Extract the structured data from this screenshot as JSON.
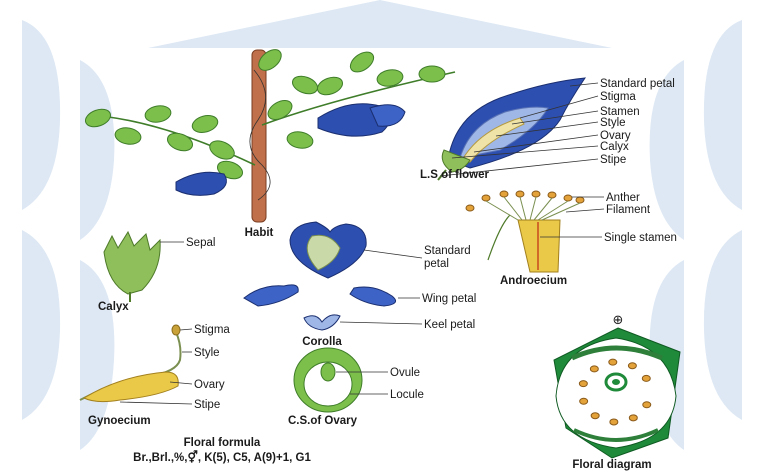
{
  "colors": {
    "watermark": "#dde8f4",
    "leaf": "#7cbf4a",
    "leaf_dark": "#3f7d2a",
    "stem": "#c0704a",
    "petal_blue": "#2d4fb0",
    "petal_light": "#9fb7e6",
    "calyx": "#8fbf5a",
    "yellow": "#e9c947",
    "diagram_green": "#1f8a3a",
    "diagram_orange": "#e3a33a"
  },
  "sections": {
    "habit": {
      "caption": "Habit"
    },
    "ls_flower": {
      "caption": "L.S of flower",
      "labels": [
        "Standard petal",
        "Stigma",
        "Stamen",
        "Style",
        "Ovary",
        "Calyx",
        "Stipe"
      ]
    },
    "androecium": {
      "caption": "Androecium",
      "labels": [
        "Anther",
        "Filament",
        "Single stamen"
      ]
    },
    "calyx": {
      "caption": "Calyx",
      "labels": [
        "Sepal"
      ]
    },
    "corolla": {
      "caption": "Corolla",
      "labels": [
        "Standard",
        "petal",
        "Wing petal",
        "Keel petal"
      ]
    },
    "gynoecium": {
      "caption": "Gynoecium",
      "labels": [
        "Stigma",
        "Style",
        "Ovary",
        "Stipe"
      ]
    },
    "cs_ovary": {
      "caption": "C.S.of Ovary",
      "labels": [
        "Ovule",
        "Locule"
      ]
    },
    "floral_formula": {
      "title": "Floral formula",
      "formula": "Br.,Brl.,%,⚥, K(5), C5, A(9)+1, G1"
    },
    "floral_diagram": {
      "caption": "Floral diagram",
      "symbol": "⊕"
    }
  }
}
